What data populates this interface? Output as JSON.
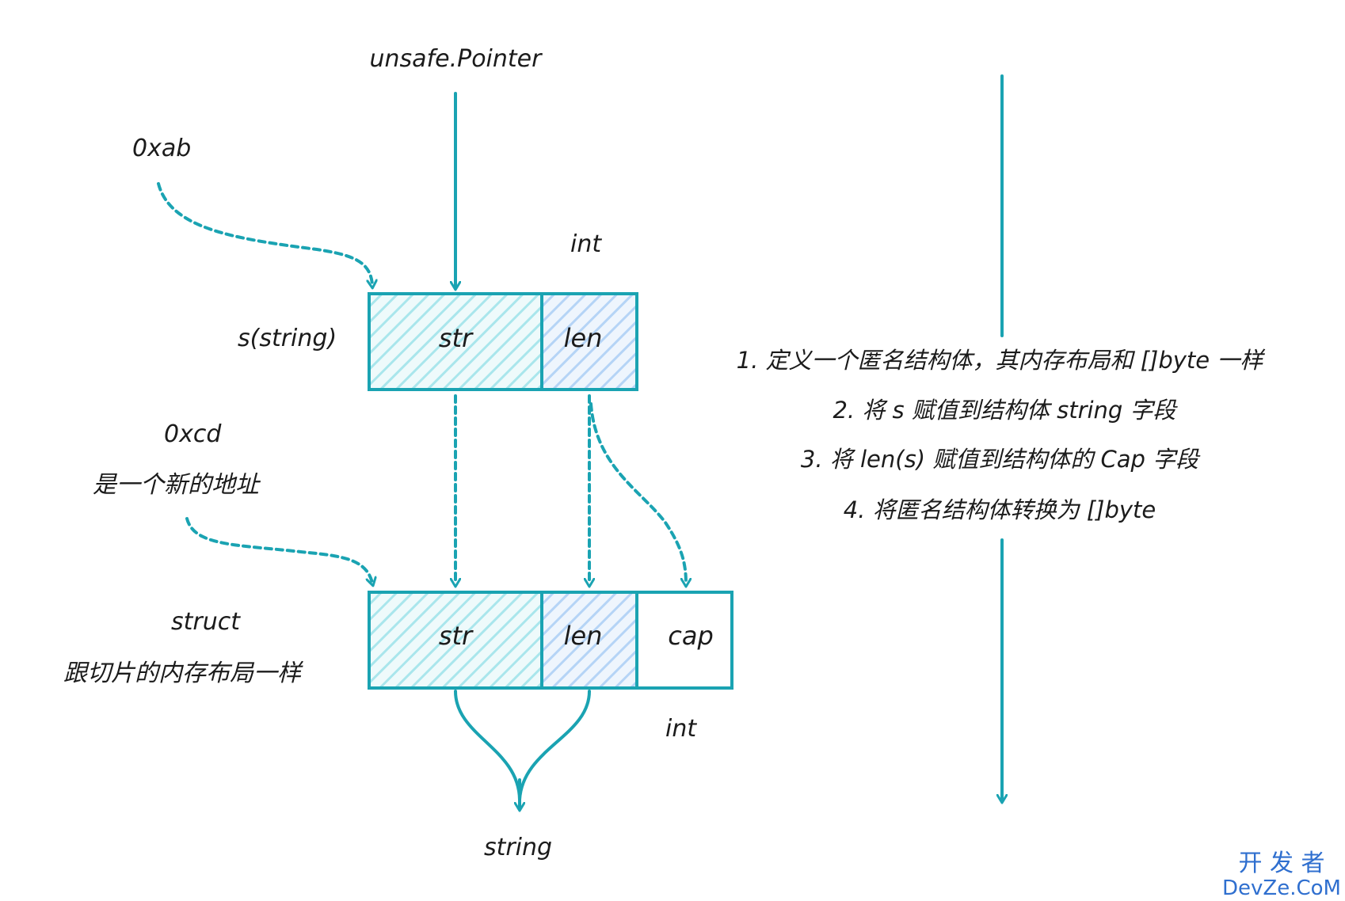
{
  "colors": {
    "stroke": "#1aa3b2",
    "hatch_light": "#a9e6ec",
    "hatch_blue": "#b5d4f6",
    "text": "#1b1b1b",
    "watermark": "#2f6fcf"
  },
  "labels": {
    "unsafe_pointer": "unsafe.Pointer",
    "addr_top": "0xab",
    "int_top": "int",
    "s_string": "s(string)",
    "addr_bottom": "0xcd",
    "new_address": "是一个新的地址",
    "struct_label": "struct",
    "struct_desc": "跟切片的内存布局一样",
    "int_bottom": "int",
    "string_result": "string"
  },
  "top_box": {
    "str": "str",
    "len": "len"
  },
  "bottom_box": {
    "str": "str",
    "len": "len",
    "cap": "cap"
  },
  "steps": [
    "1. 定义一个匿名结构体，其内存布局和 []byte 一样",
    "2. 将 s 赋值到结构体 string 字段",
    "3. 将 len(s) 赋值到结构体的 Cap 字段",
    "4. 将匿名结构体转换为 []byte"
  ],
  "watermark": {
    "cn": "开 发 者",
    "en": "DevZe.CoM"
  }
}
